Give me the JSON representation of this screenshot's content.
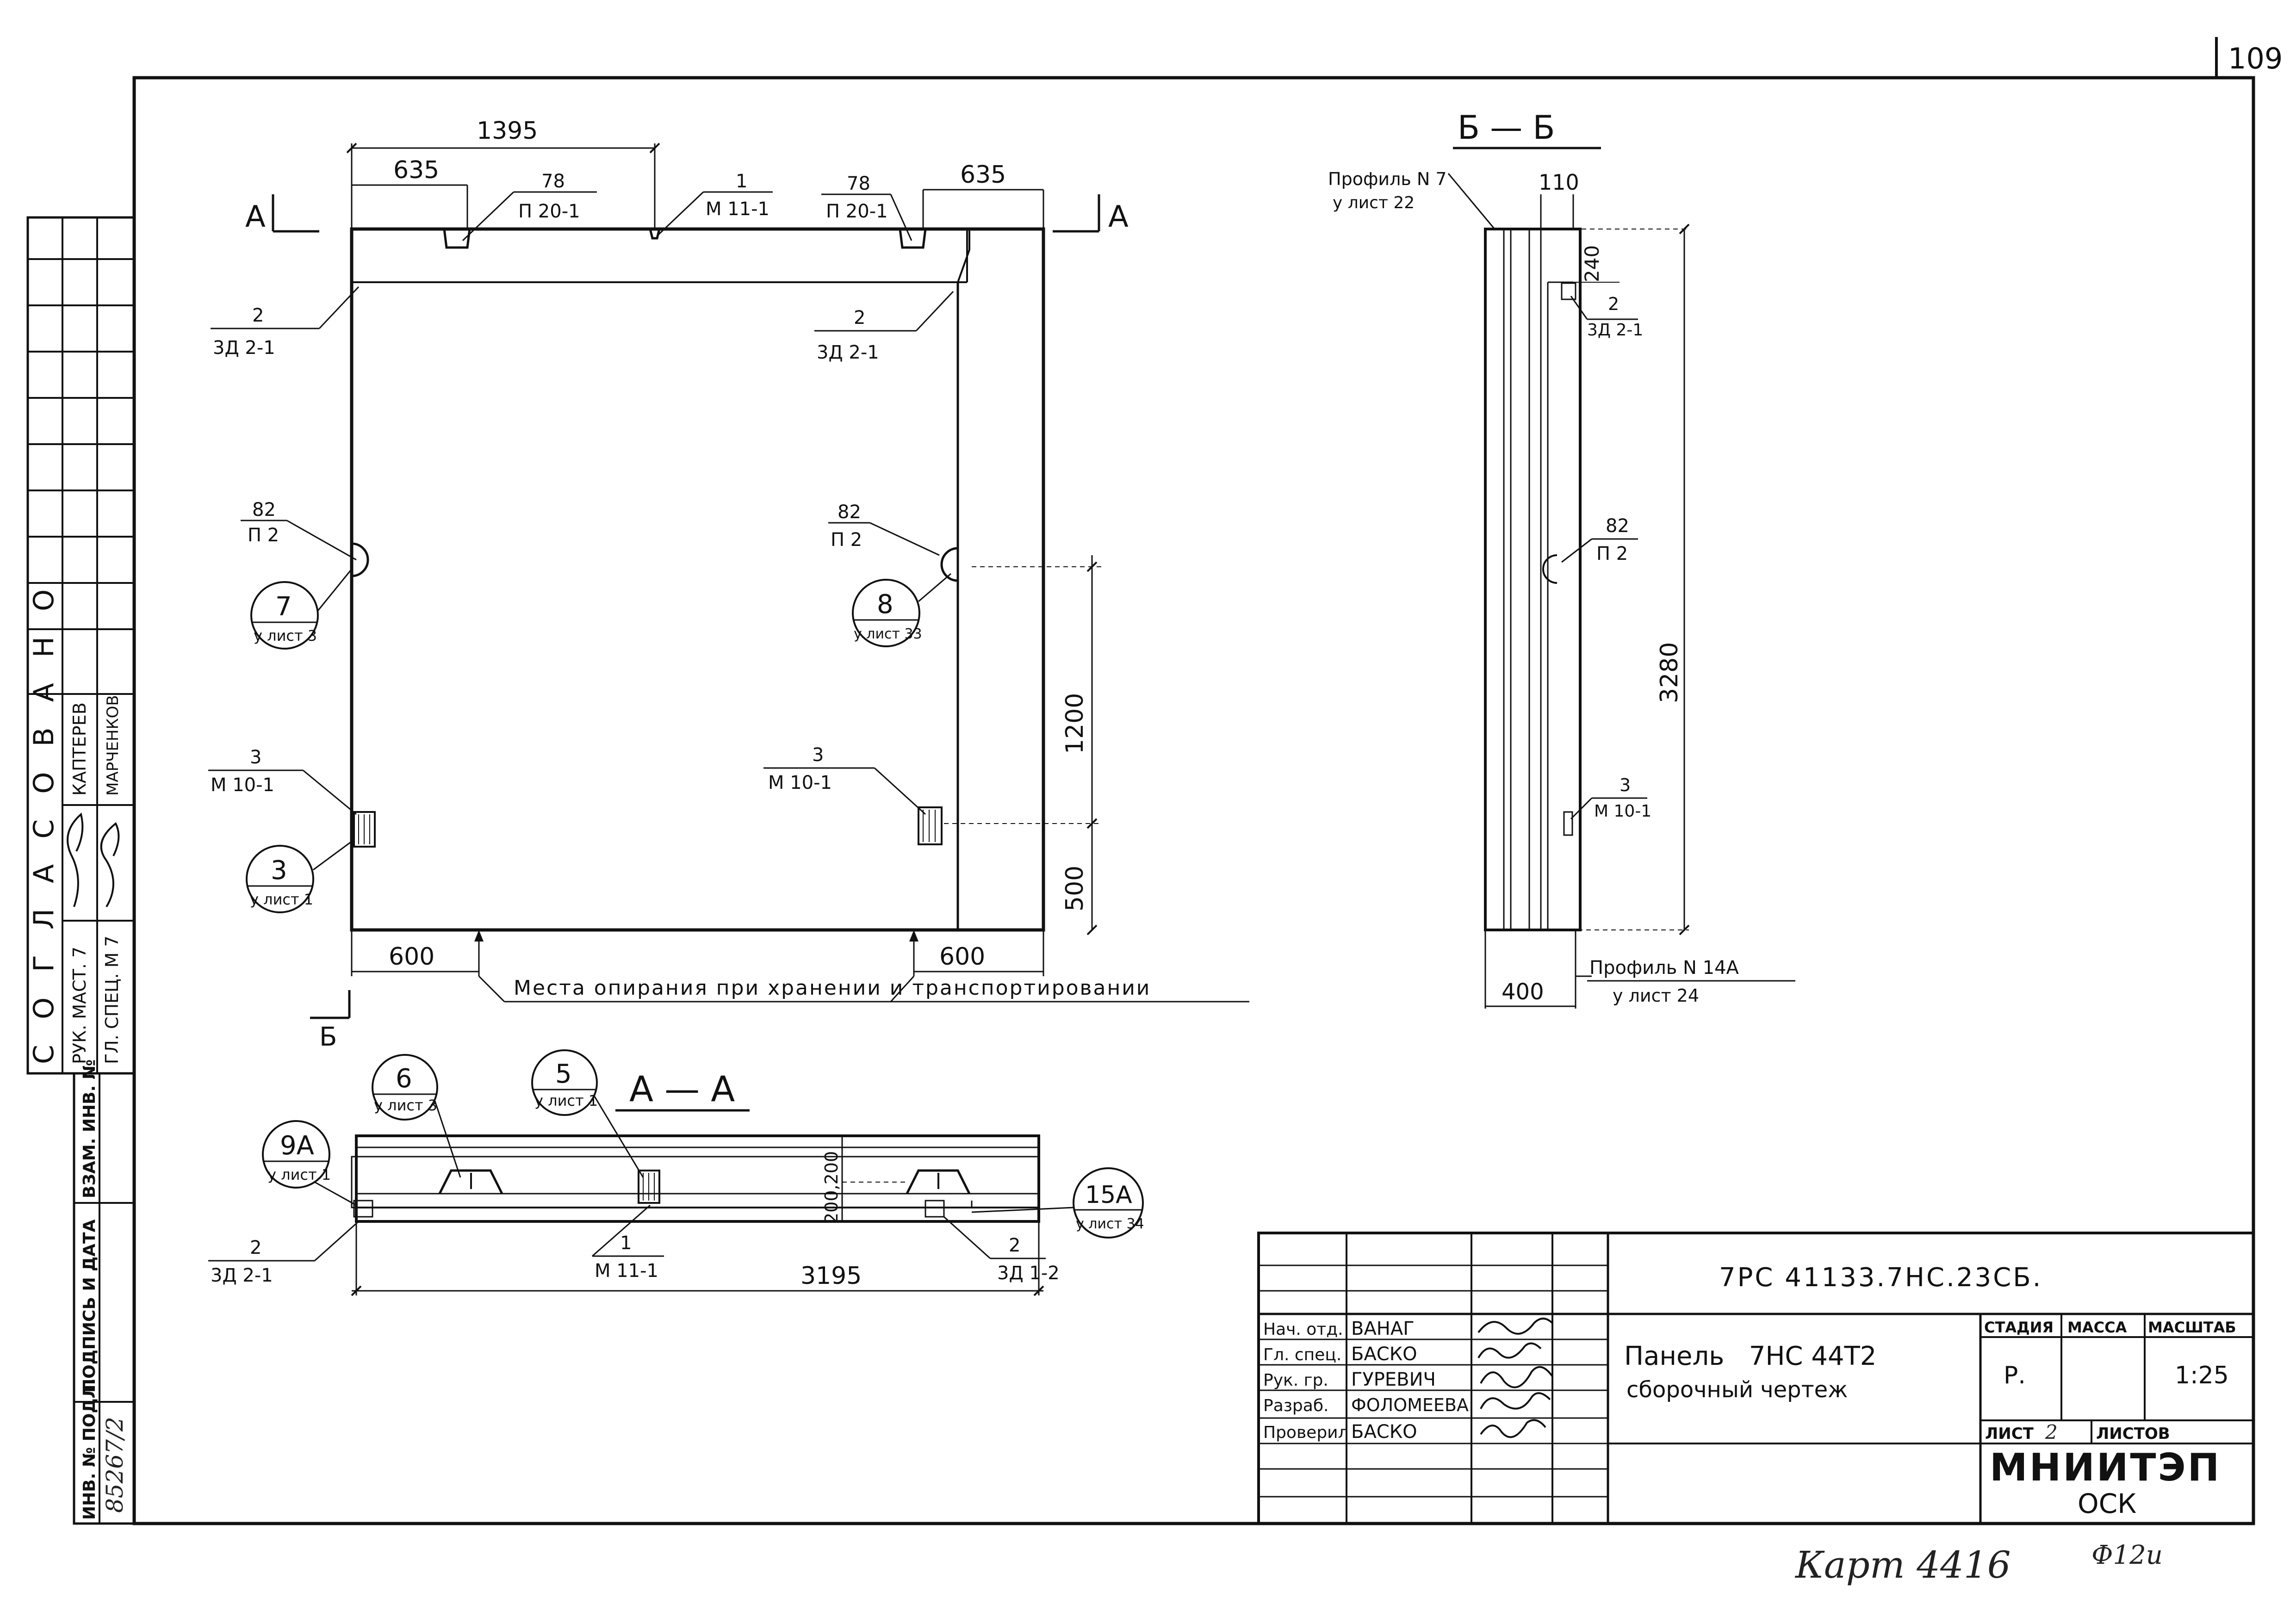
{
  "page": {
    "number": "109"
  },
  "plan": {
    "dims": {
      "overall": "1395",
      "left": "635",
      "right": "635",
      "bottom_left": "600",
      "bottom_right": "600",
      "right_height": "1200",
      "right_low": "500"
    },
    "cut_mark_a_left": "А",
    "cut_mark_a_right": "А",
    "cut_mark_b": "Б",
    "callouts": {
      "n78_left_top": "78",
      "n78_left_bot": "П 20-1",
      "n1_top": "1",
      "n1_bot": "М 11-1",
      "n78_right_top": "78",
      "n78_right_bot": "П 20-1",
      "n2_left_top": "2",
      "n2_left_bot": "3Д 2-1",
      "n2_right_top": "2",
      "n2_right_bot": "3Д 2-1",
      "n82_left_top": "82",
      "n82_left_bot": "П 2",
      "n82_right_top": "82",
      "n82_right_bot": "П 2",
      "n3_left_top": "3",
      "n3_left_bot": "М 10-1",
      "n3_right_top": "3",
      "n3_right_bot": "М 10-1"
    },
    "bubbles": {
      "b7_num": "7",
      "b7_ref": "у лист 3",
      "b8_num": "8",
      "b8_ref": "у лист 33",
      "b3_num": "3",
      "b3_ref": "у лист 1"
    },
    "support_note": "Места опирания при хранении и транспортировании"
  },
  "section_bb": {
    "title": "Б — Б",
    "profile7": "Профиль N 7",
    "profile7_ref": "у лист 22",
    "dim_top": "110",
    "dim_240": "240",
    "dim_3280": "3280",
    "dim_bottom": "400",
    "c2_top": "2",
    "c2_bot": "3Д 2-1",
    "c82_top": "82",
    "c82_bot": "П 2",
    "c3_top": "3",
    "c3_bot": "М 10-1",
    "profile14": "Профиль N 14А",
    "profile14_ref": "у лист 24"
  },
  "section_aa": {
    "title": "А — А",
    "b6_num": "6",
    "b6_ref": "у лист 3",
    "b5_num": "5",
    "b5_ref": "у лист 1",
    "b9_num": "9А",
    "b9_ref": "у лист 1",
    "b15_num": "15А",
    "b15_ref": "у лист 34",
    "dim_height": "200,200",
    "dim_length": "3195",
    "c2_top": "2",
    "c2_bot": "3Д 2-1",
    "c1_top": "1",
    "c1_bot": "М 11-1",
    "c2r_top": "2",
    "c2r_bot": "3Д 1-2"
  },
  "left_strip": {
    "approved": "С О Г Л А С О В А Н О",
    "rows": [
      {
        "role": "РУК. МАСТ. 7",
        "name": "КАПТЕРЕВ"
      },
      {
        "role": "ГЛ. СПЕЦ. М 7",
        "name": "МАРЧЕНКОВ"
      }
    ],
    "inv_label": "ВЗАМ. ИНВ. №",
    "sign_label": "ПОДПИСЬ И ДАТА",
    "inv_orig_label": "ИНВ. № ПОДЛ.",
    "inv_number": "85267/2"
  },
  "title_block": {
    "doc_code": "7РС 41133.7НС.23СБ.",
    "title_line1": "Панель   7НС 44Т2",
    "title_line2": "сборочный чертеж",
    "people": [
      {
        "role": "Нач. отд.",
        "name": "ВАНАГ"
      },
      {
        "role": "Гл. спец.",
        "name": "БАСКО"
      },
      {
        "role": "Рук. гр.",
        "name": "ГУРЕВИЧ"
      },
      {
        "role": "Разраб.",
        "name": "ФОЛОМЕЕВА"
      },
      {
        "role": "Проверил",
        "name": "БАСКО"
      }
    ],
    "stage_label": "СТАДИЯ",
    "mass_label": "МАССА",
    "scale_label": "МАСШТАБ",
    "stage_value": "Р.",
    "scale_value": "1:25",
    "sheet_label": "ЛИСТ",
    "sheet_value": "2",
    "sheets_label": "ЛИСТОВ",
    "org": "МНИИТЭП",
    "org_sub": "ОСК"
  },
  "footer": {
    "handwritten": "Карт 4416",
    "format": "Ф12и"
  },
  "colors": {
    "ink": "#111111",
    "paper": "#ffffff"
  }
}
